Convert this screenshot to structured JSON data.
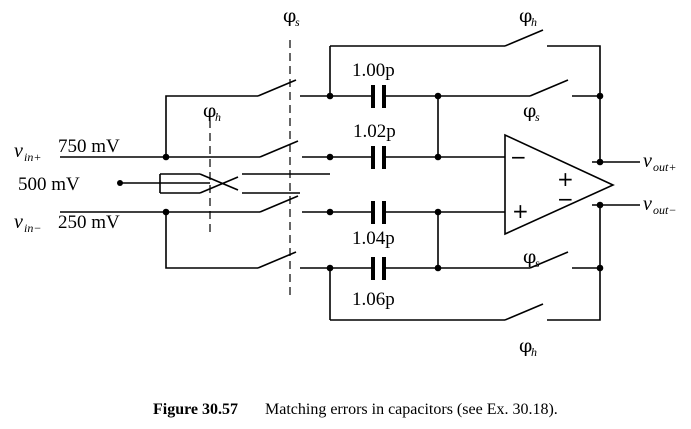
{
  "phases": {
    "sample_top": "φ",
    "sample_top_sub": "s",
    "hold_top": "φ",
    "hold_top_sub": "h",
    "hold_mid": "φ",
    "hold_mid_sub": "h",
    "sample_right_top": "φ",
    "sample_right_top_sub": "s",
    "sample_right_bottom": "φ",
    "sample_right_bottom_sub": "s",
    "hold_bottom": "φ",
    "hold_bottom_sub": "h"
  },
  "capacitors": {
    "c1": "1.00p",
    "c2": "1.02p",
    "c3": "1.04p",
    "c4": "1.06p"
  },
  "inputs": {
    "vin_plus_var": "v",
    "vin_plus_sub": "in+",
    "vin_plus_value": "750 mV",
    "vcm_value": "500 mV",
    "vin_minus_var": "v",
    "vin_minus_sub": "in−",
    "vin_minus_value": "250 mV"
  },
  "outputs": {
    "vout_plus_var": "v",
    "vout_plus_sub": "out+",
    "vout_minus_var": "v",
    "vout_minus_sub": "out−"
  },
  "opamp": {
    "in_minus": "−",
    "in_plus": "+",
    "out_plus": "+",
    "out_minus": "−"
  },
  "caption": {
    "label": "Figure 30.57",
    "text": "Matching errors in capacitors (see Ex. 30.18)."
  }
}
